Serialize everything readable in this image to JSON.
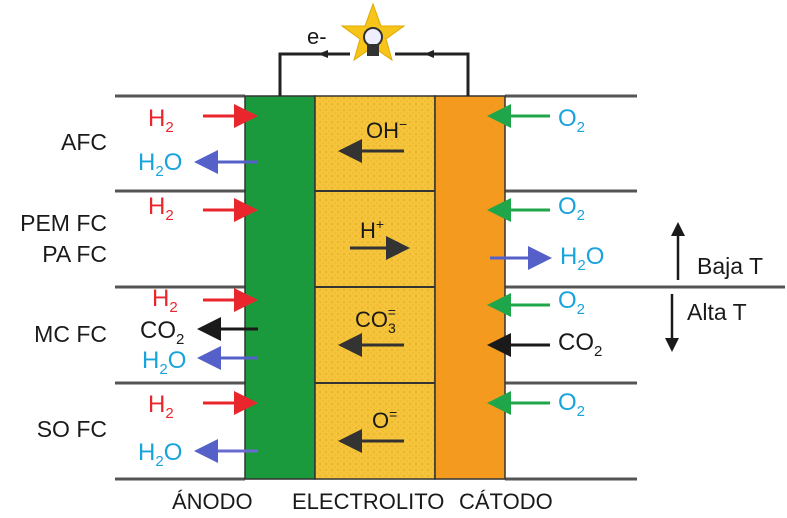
{
  "circuit": {
    "electron_label": "e-"
  },
  "rows": [
    {
      "name": "AFC",
      "anode": [
        {
          "base": "H",
          "sub": "2",
          "color": "red",
          "dir": "in"
        },
        {
          "base": "H",
          "sub": "2",
          "tail": "O",
          "color": "cyan",
          "dir": "out"
        }
      ],
      "ion": {
        "base": "OH",
        "sup": "−",
        "dir": "left"
      },
      "cathode": [
        {
          "base": "O",
          "sub": "2",
          "color": "cyan",
          "dir": "in"
        }
      ]
    },
    {
      "name": "PEM FC",
      "name2": "PA FC",
      "anode": [
        {
          "base": "H",
          "sub": "2",
          "color": "red",
          "dir": "in"
        }
      ],
      "ion": {
        "base": "H",
        "sup": "+",
        "dir": "right"
      },
      "cathode": [
        {
          "base": "O",
          "sub": "2",
          "color": "cyan",
          "dir": "in"
        },
        {
          "base": "H",
          "sub": "2",
          "tail": "O",
          "color": "cyan",
          "dir": "out"
        }
      ]
    },
    {
      "name": "MC FC",
      "anode": [
        {
          "base": "H",
          "sub": "2",
          "color": "red",
          "dir": "in"
        },
        {
          "base": "CO",
          "sub": "2",
          "color": "black",
          "dir": "out"
        },
        {
          "base": "H",
          "sub": "2",
          "tail": "O",
          "color": "cyan",
          "dir": "out"
        }
      ],
      "ion": {
        "base": "CO",
        "sub": "3",
        "sup": "=",
        "dir": "left"
      },
      "cathode": [
        {
          "base": "O",
          "sub": "2",
          "color": "cyan",
          "dir": "in"
        },
        {
          "base": "CO",
          "sub": "2",
          "color": "black",
          "dir": "in"
        }
      ]
    },
    {
      "name": "SO FC",
      "anode": [
        {
          "base": "H",
          "sub": "2",
          "color": "red",
          "dir": "in"
        },
        {
          "base": "H",
          "sub": "2",
          "tail": "O",
          "color": "cyan",
          "dir": "out"
        }
      ],
      "ion": {
        "base": "O",
        "sup": "=",
        "dir": "left"
      },
      "cathode": [
        {
          "base": "O",
          "sub": "2",
          "color": "cyan",
          "dir": "in"
        }
      ]
    }
  ],
  "temperature": {
    "low": "Baja T",
    "high": "Alta T"
  },
  "footer": {
    "anode": "ÁNODO",
    "electrolyte": "ELECTROLITO",
    "cathode": "CÁTODO"
  },
  "colors": {
    "anode": "#1a9a3c",
    "electrolyte": "#f5c43a",
    "cathode": "#f39a1f",
    "red": "#e8262b",
    "cyan": "#19a3dd",
    "black": "#1a1a1a",
    "in_arrow_left": "#e8262b",
    "in_arrow_right": "#1fa64a",
    "out_arrow_blue": "#5560c8",
    "out_arrow_purple": "#6a6ad0"
  }
}
